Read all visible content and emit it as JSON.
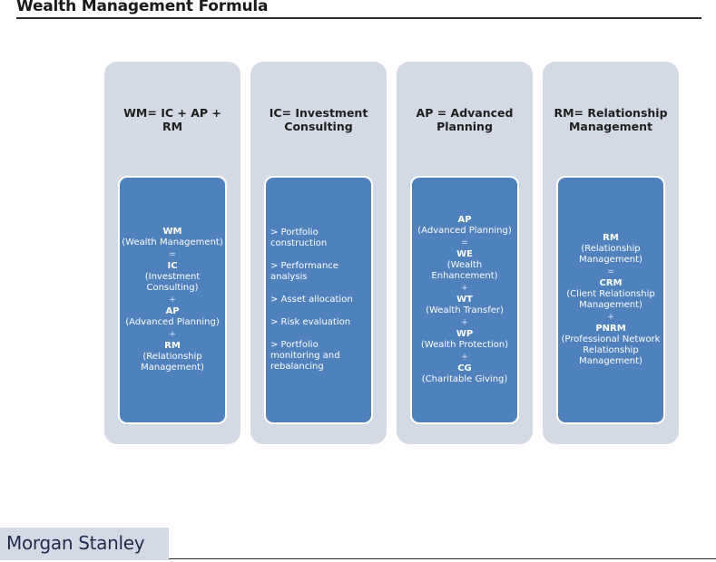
{
  "page": {
    "title": "Wealth Management Formula"
  },
  "columns": [
    {
      "heading": "WM= IC + AP + RM",
      "body": [
        {
          "t": "WM",
          "style": "bold"
        },
        {
          "t": "(Wealth Management)"
        },
        {
          "t": "=",
          "style": "sym"
        },
        {
          "t": "IC",
          "style": "bold"
        },
        {
          "t": "(Investment Consulting)"
        },
        {
          "t": "+",
          "style": "sym"
        },
        {
          "t": "AP",
          "style": "bold"
        },
        {
          "t": "(Advanced Planning)"
        },
        {
          "t": "+",
          "style": "sym"
        },
        {
          "t": "RM",
          "style": "bold"
        },
        {
          "t": "(Relationship Management)"
        }
      ]
    },
    {
      "heading": "IC= Investment Consulting",
      "bullets": [
        "> Portfolio construction",
        "> Performance analysis",
        "> Asset allocation",
        "> Risk evaluation",
        "> Portfolio monitoring and rebalancing"
      ]
    },
    {
      "heading": "AP = Advanced Planning",
      "body": [
        {
          "t": "AP",
          "style": "bold"
        },
        {
          "t": "(Advanced Planning)"
        },
        {
          "t": "=",
          "style": "sym"
        },
        {
          "t": "WE",
          "style": "bold"
        },
        {
          "t": "(Wealth Enhancement)"
        },
        {
          "t": "+",
          "style": "sym"
        },
        {
          "t": "WT",
          "style": "bold"
        },
        {
          "t": "(Wealth Transfer)"
        },
        {
          "t": "+",
          "style": "sym"
        },
        {
          "t": "WP",
          "style": "bold"
        },
        {
          "t": "(Wealth Protection)"
        },
        {
          "t": "+",
          "style": "sym"
        },
        {
          "t": "CG",
          "style": "bold"
        },
        {
          "t": "(Charitable Giving)"
        }
      ]
    },
    {
      "heading": "RM= Relationship Management",
      "body": [
        {
          "t": "RM",
          "style": "bold"
        },
        {
          "t": "(Relationship Management)"
        },
        {
          "t": "=",
          "style": "sym"
        },
        {
          "t": "CRM",
          "style": "bold"
        },
        {
          "t": "(Client Relationship Management)"
        },
        {
          "t": "+",
          "style": "sym"
        },
        {
          "t": "PNRM",
          "style": "bold"
        },
        {
          "t": "(Professional Network Relationship Management)"
        }
      ]
    }
  ],
  "footer": {
    "logo": "Morgan Stanley"
  },
  "colors": {
    "panel": "#d3d9e5",
    "box": "#4f81bd",
    "text_dark": "#1f1f1f",
    "logo_text": "#1f2d4b"
  }
}
